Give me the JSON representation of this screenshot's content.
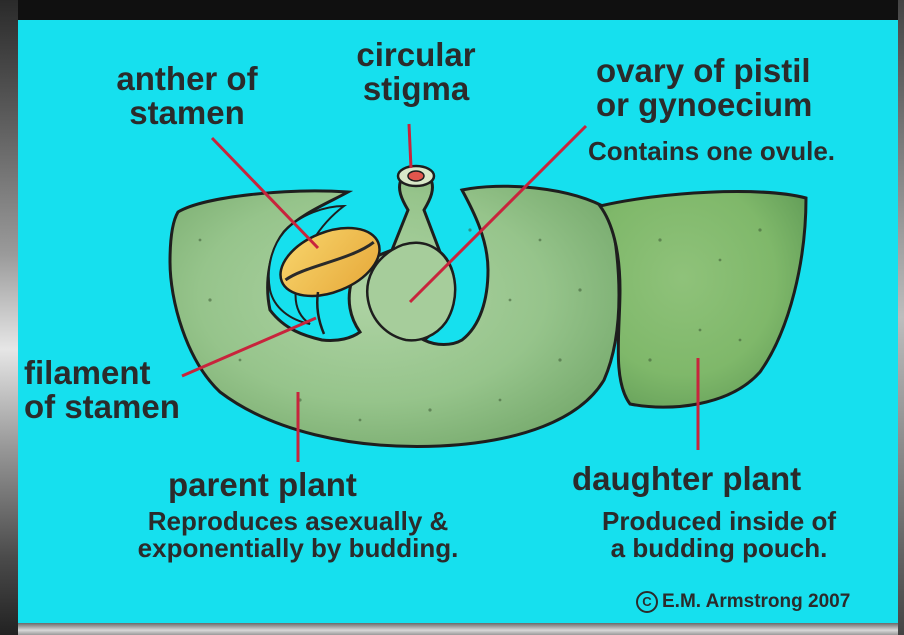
{
  "labels": {
    "anther": [
      "anther of",
      "stamen"
    ],
    "stigma": [
      "circular",
      "stigma"
    ],
    "ovary": [
      "ovary of pistil",
      "or gynoecium"
    ],
    "ovary_note": "Contains one ovule.",
    "filament": [
      "filament",
      "of stamen"
    ],
    "parent": "parent plant",
    "parent_note": [
      "Reproduces asexually &",
      "exponentially by budding."
    ],
    "daughter": "daughter plant",
    "daughter_note": [
      "Produced inside of",
      "a budding pouch."
    ],
    "copyright": "E.M. Armstrong 2007",
    "copyright_symbol": "C"
  },
  "colors": {
    "background": "#16e0ee",
    "plant_fill": "#9cc890",
    "plant_outline": "#1e1e1e",
    "anther": "#f2c24a",
    "pointer_line": "#c8243c",
    "text": "#2b2b2b"
  }
}
